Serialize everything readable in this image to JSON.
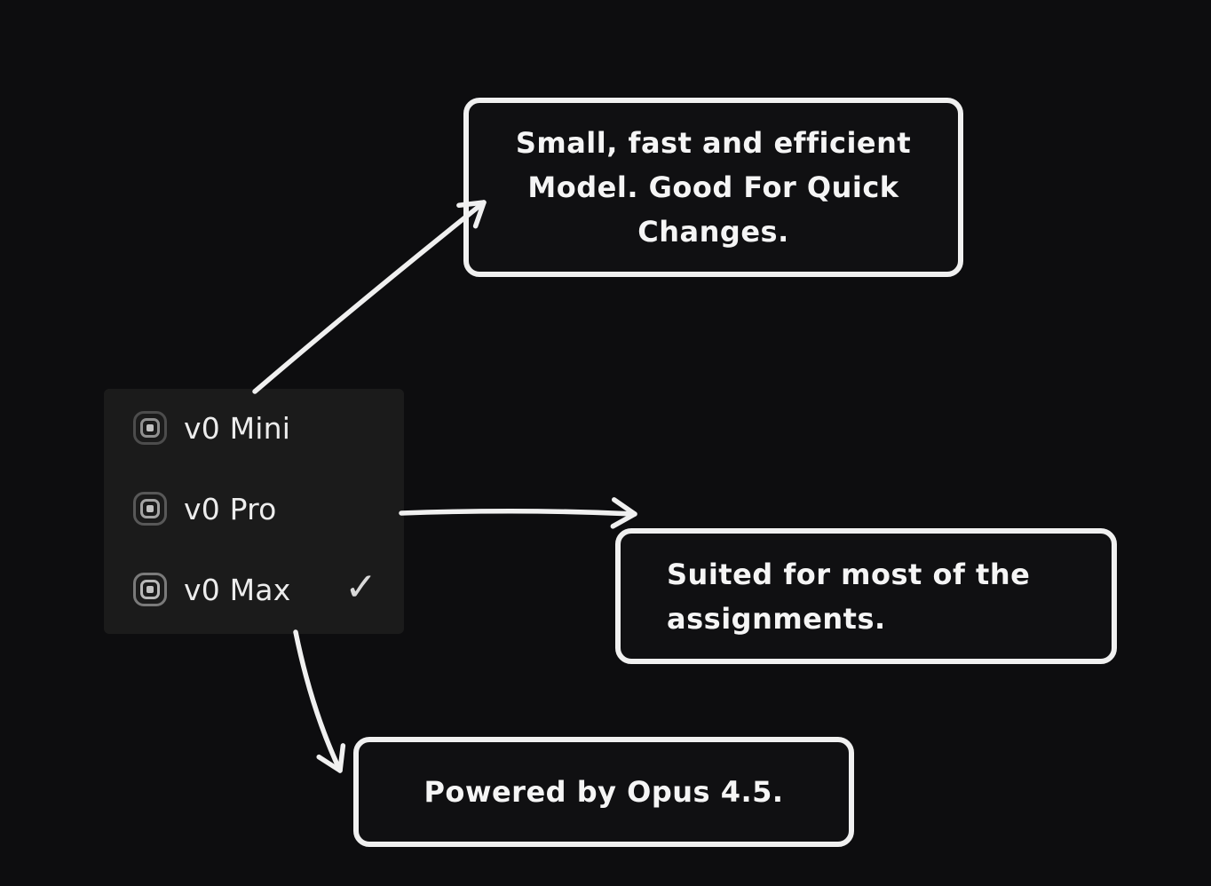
{
  "colors": {
    "background": "#0d0d0f",
    "menu_background": "#1b1b1b",
    "menu_text": "#ededed",
    "annotation_stroke": "#f0f0f0",
    "annotation_text": "#f5f5f5"
  },
  "menu": {
    "items": [
      {
        "label": "v0 Mini",
        "selected": false
      },
      {
        "label": "v0 Pro",
        "selected": false
      },
      {
        "label": "v0 Max",
        "selected": true,
        "checkmark": "✓"
      }
    ]
  },
  "annotations": {
    "mini_note": {
      "lines": [
        "Small, fast and efficient",
        "Model. Good For Quick",
        "Changes."
      ]
    },
    "pro_note": {
      "lines": [
        "Suited for most of the",
        "assignments."
      ]
    },
    "max_note": {
      "lines": [
        "Powered by Opus 4.5."
      ]
    }
  }
}
